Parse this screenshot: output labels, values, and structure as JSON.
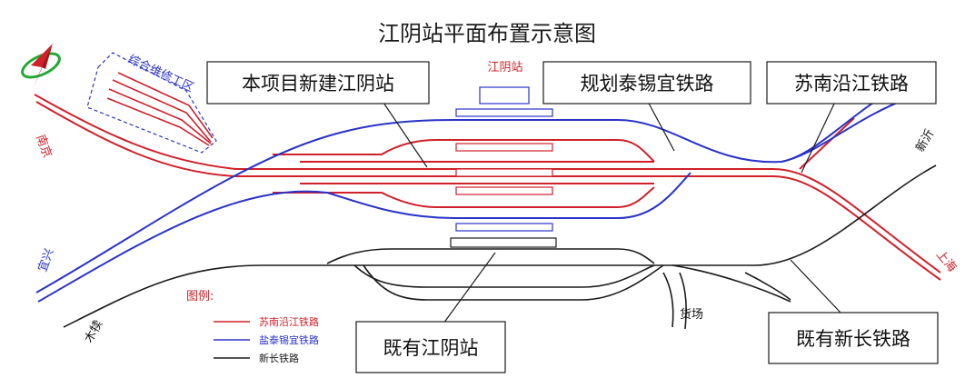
{
  "title": "江阴站平面布置示意图",
  "callouts": {
    "new_station": "本项目新建江阴站",
    "planned_railway": "规划泰锡宜铁路",
    "sunan_railway": "苏南沿江铁路",
    "existing_station": "既有江阴站",
    "existing_railway": "既有新长铁路"
  },
  "labels": {
    "station_name": "江阴站",
    "maintenance_area": "综合维修工区",
    "nanjing": "南京",
    "yixing": "宜兴",
    "changzhou_mudu": "木犊",
    "xinyi": "新沂",
    "shanghai": "上海",
    "freight_yard": "货场",
    "legend_title": "图例:"
  },
  "legend": [
    {
      "label": "苏南沿江铁路",
      "color": "#d0202a"
    },
    {
      "label": "盐泰锡宜铁路",
      "color": "#2a33c8"
    },
    {
      "label": "新长铁路",
      "color": "#1a1a1a"
    }
  ],
  "colors": {
    "red_line": "#d0202a",
    "blue_line": "#2a33c8",
    "black_line": "#1a1a1a",
    "platform_fill": "#ffffff"
  },
  "icons": {
    "north_arrow": "compass-arrow-icon"
  }
}
